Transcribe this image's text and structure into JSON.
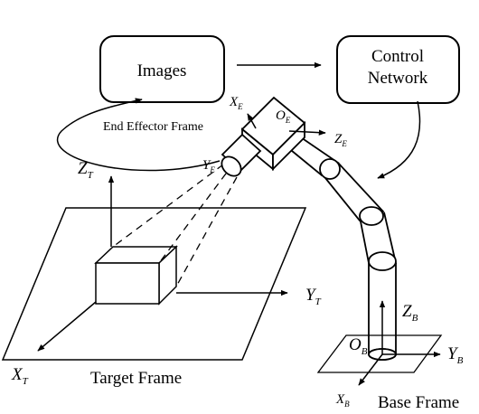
{
  "boxes": {
    "images": "Images",
    "control_network": [
      "Control",
      "Network"
    ]
  },
  "labels": {
    "end_effector_frame": "End Effector Frame",
    "target_frame": "Target Frame",
    "base_frame": "Base Frame"
  },
  "axes": {
    "z_t": {
      "main": "Z",
      "sub": "T"
    },
    "y_t": {
      "main": "Y",
      "sub": "T"
    },
    "x_t": {
      "main": "X",
      "sub": "T"
    },
    "z_b": {
      "main": "Z",
      "sub": "B"
    },
    "y_b": {
      "main": "Y",
      "sub": "B"
    },
    "x_b": {
      "main": "X",
      "sub": "B"
    },
    "o_b": {
      "main": "O",
      "sub": "B"
    },
    "x_e": {
      "main": "X",
      "sub": "E"
    },
    "y_e": {
      "main": "Y",
      "sub": "E"
    },
    "z_e": {
      "main": "Z",
      "sub": "E"
    },
    "o_e": {
      "main": "O",
      "sub": "E"
    }
  }
}
